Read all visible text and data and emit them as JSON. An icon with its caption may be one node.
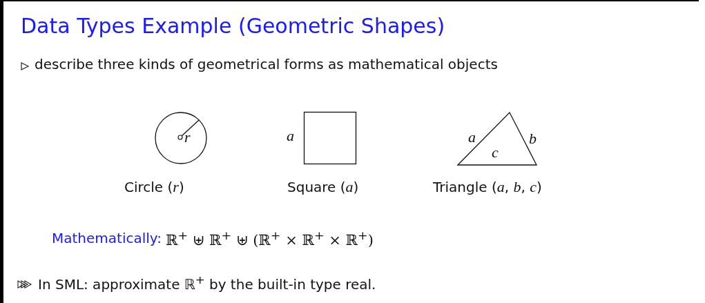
{
  "diagram": {
    "title": "Data Types Example (Geometric Shapes)",
    "nodes": [
      {
        "text": [
          "r"
        ],
        "beside": [
          "Circle (*r*)"
        ]
      },
      {
        "text": [],
        "shape": "box",
        "beside": [
          "a",
          "Square (*a*)"
        ]
      },
      {
        "text": [
          "c"
        ],
        "beside": [
          "a",
          "b",
          "Triangle (*a*, *b*, *c*)"
        ]
      }
    ],
    "edges": [],
    "labels": [
      "describe three kinds of geometrical forms as mathematical objects",
      "Mathematically:",
      "ℝ$^{+}$ ⊎ ℝ$^{+}$ ⊎ (ℝ$^{+}$ × ℝ$^{+}$ × ℝ$^{+}$)",
      "In SML: approximate ℝ$^{+}$ by the built-in type real."
    ]
  }
}
